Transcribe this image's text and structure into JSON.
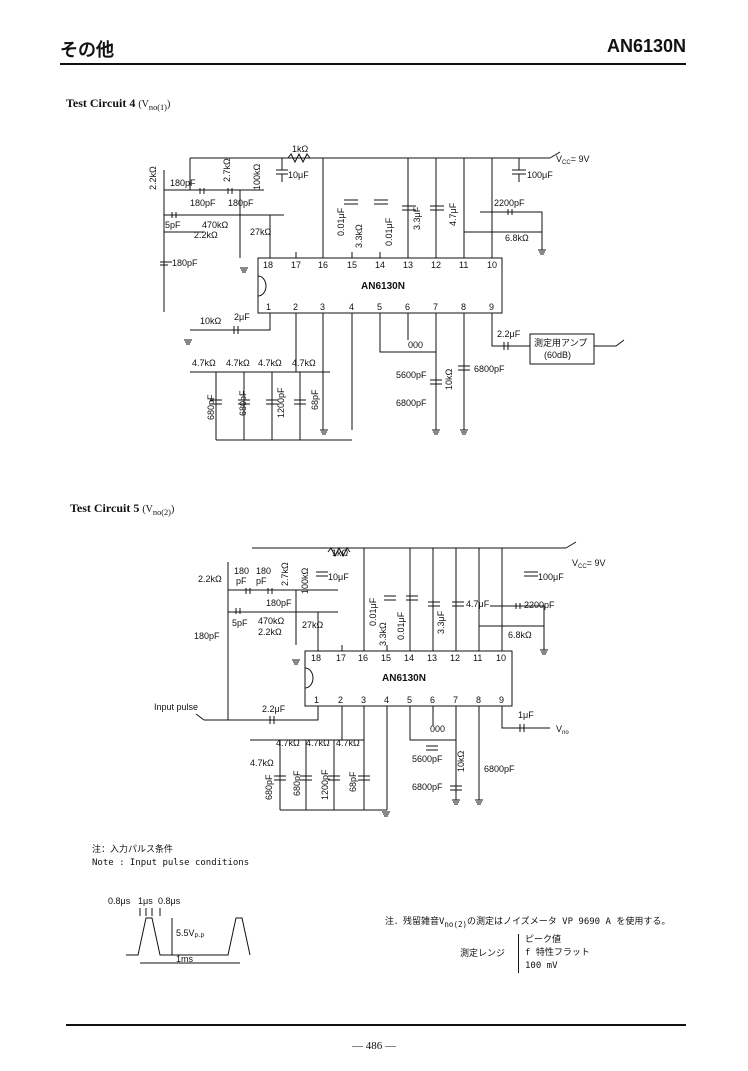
{
  "header": {
    "left": "その他",
    "right": "AN6130N"
  },
  "circuit4": {
    "title": "Test Circuit 4",
    "condition": "(V",
    "condition_sub": "no(1)",
    "condition_end": ")",
    "chip": "AN6130N",
    "vcc": "V",
    "vcc_sub": "CC",
    "vcc_val": "= 9V",
    "pins_top": [
      "18",
      "17",
      "16",
      "15",
      "14",
      "13",
      "12",
      "11",
      "10"
    ],
    "pins_bottom": [
      "1",
      "2",
      "3",
      "4",
      "5",
      "6",
      "7",
      "8",
      "9"
    ],
    "labels": {
      "r_1k": "1kΩ",
      "c_10u": "10μF",
      "c_100u": "100μF",
      "r_22k": "2.2kΩ",
      "r_27k_top": "2.7kΩ",
      "r_100k": "100kΩ",
      "c_180_a": "180pF",
      "c_180_b": "180pF",
      "c_180_c": "180pF",
      "c_5p": "5pF",
      "r_470k": "470kΩ",
      "r_22k_b": "2.2kΩ",
      "r_27k": "27kΩ",
      "c_180_d": "180pF",
      "c_001": "0.01μF",
      "r_33k": "3.3kΩ",
      "c_001b": "0.01μF",
      "c_33u": "3.3μF",
      "c_47u": "4.7μF",
      "c_2200": "2200pF",
      "r_68k": "6.8kΩ",
      "r_10k": "10kΩ",
      "c_2u": "2μF",
      "c_22u": "2.2μF",
      "amp": "測定用アンプ",
      "amp_gain": "(60dB)",
      "r_47k_1": "4.7kΩ",
      "r_47k_2": "4.7kΩ",
      "r_47k_3": "4.7kΩ",
      "r_47k_4": "4.7kΩ",
      "c_680_1": "680pF",
      "c_680_2": "680pF",
      "c_1200": "1200pF",
      "c_68": "68pF",
      "c_5600": "5600pF",
      "r_10k_b": "10kΩ",
      "c_6800_a": "6800pF",
      "c_6800_b": "6800pF",
      "ind": "000"
    }
  },
  "circuit5": {
    "title": "Test Circuit 5",
    "condition": "(V",
    "condition_sub": "no(2)",
    "condition_end": ")",
    "chip": "AN6130N",
    "vcc": "V",
    "vcc_sub": "CC",
    "vcc_val": "= 9V",
    "pins_top": [
      "18",
      "17",
      "16",
      "15",
      "14",
      "13",
      "12",
      "11",
      "10"
    ],
    "pins_bottom": [
      "1",
      "2",
      "3",
      "4",
      "5",
      "6",
      "7",
      "8",
      "9"
    ],
    "labels": {
      "r_1k": "1kΩ",
      "c_10u": "10μF",
      "c_100u": "100μF",
      "r_22k": "2.2kΩ",
      "c_180_a": "180",
      "c_180_a2": "pF",
      "c_180_b": "180",
      "c_180_b2": "pF",
      "r_27k_top": "2.7kΩ",
      "r_100k": "100kΩ",
      "c_180_c": "180pF",
      "c_5p": "5pF",
      "r_470k": "470kΩ",
      "r_22k_b": "2.2kΩ",
      "r_27k": "27kΩ",
      "c_180_d": "180pF",
      "c_001": "0.01μF",
      "r_33k": "3.3kΩ",
      "c_001b": "0.01μF",
      "c_33u": "3.3μF",
      "c_47u": "4.7μF",
      "c_2200": "2200pF",
      "r_68k": "6.8kΩ",
      "input": "Input pulse",
      "c_22u": "2.2μF",
      "c_1u": "1μF",
      "vno": "V",
      "vno_sub": "no",
      "r_47k_1": "4.7kΩ",
      "r_47k_2": "4.7kΩ",
      "r_47k_3": "4.7kΩ",
      "r_47k_4": "4.7kΩ",
      "c_680_1": "680pF",
      "c_680_2": "680pF",
      "c_1200": "1200pF",
      "c_68": "68pF",
      "c_5600": "5600pF",
      "r_10k": "10kΩ",
      "c_6800_a": "6800pF",
      "c_6800_b": "6800pF",
      "ind": "000"
    }
  },
  "notes": {
    "jp": "注：入力パルス条件",
    "en": "Note : Input pulse conditions",
    "t1": "0.8μs",
    "t2": "1μs",
    "t3": "0.8μs",
    "amp": "5.5V",
    "amp_sub": "P-P",
    "period": "1ms",
    "meas_note": "注．残留雑音V",
    "meas_note_sub": "no(2)",
    "meas_note_end": "の測定はノイズメータ VP 9690 A を使用する。",
    "range_label": "測定レンジ",
    "range_1": "ピーク値",
    "range_2": "f 特性フラット",
    "range_3": "100 mV"
  },
  "footer": {
    "page": "— 486 —"
  }
}
